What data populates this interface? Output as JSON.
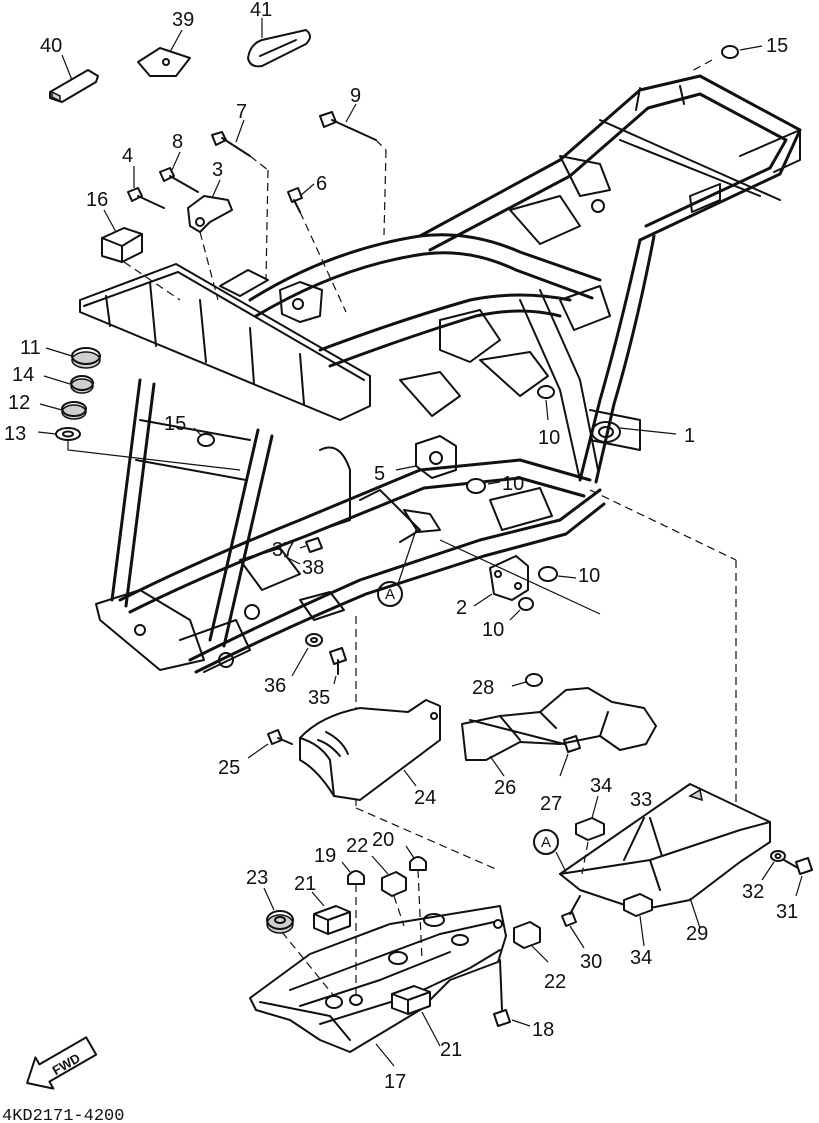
{
  "drawing_code": "4KD2171-4200",
  "fwd_label": "FWD",
  "ref_marker": "A",
  "callouts": {
    "p1": "1",
    "p2": "2",
    "p3": "3",
    "p4": "4",
    "p5": "5",
    "p6": "6",
    "p7": "7",
    "p8": "8",
    "p9": "9",
    "p10": "10",
    "p11": "11",
    "p12": "12",
    "p13": "13",
    "p14": "14",
    "p15": "15",
    "p16": "16",
    "p17": "17",
    "p18": "18",
    "p19": "19",
    "p20": "20",
    "p21": "21",
    "p22": "22",
    "p23": "23",
    "p24": "24",
    "p25": "25",
    "p26": "26",
    "p27": "27",
    "p28": "28",
    "p29": "29",
    "p30": "30",
    "p31": "31",
    "p32": "32",
    "p33": "33",
    "p34": "34",
    "p35": "35",
    "p36": "36",
    "p37": "37",
    "p38": "38",
    "p39": "39",
    "p40": "40",
    "p41": "41"
  }
}
